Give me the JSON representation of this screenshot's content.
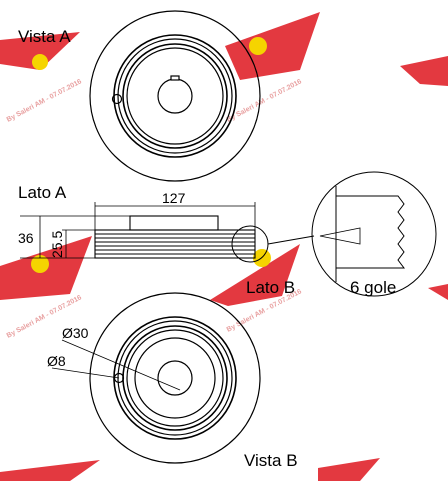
{
  "labels": {
    "view_a": "Vista A",
    "side_a": "Lato A",
    "side_b": "Lato B",
    "view_b": "Vista B",
    "grooves": "6 gole"
  },
  "dimensions": {
    "outer_width": "127",
    "height": "36",
    "groove_height": "25.5",
    "bore": "Ø30",
    "hole": "Ø8"
  },
  "watermark": {
    "text": "By Saleri AM - 07.07.2016",
    "logo_color": "#e0242b"
  },
  "colors": {
    "line": "#000000",
    "watermark": "#e8a0a0",
    "logo_red": "#e0242b",
    "logo_yellow": "#f5d400"
  }
}
